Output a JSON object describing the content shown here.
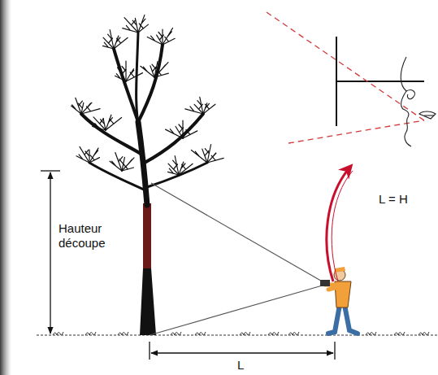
{
  "diagram": {
    "labels": [
      "Hauteur découpe",
      "L = H",
      "L"
    ]
  }
}
